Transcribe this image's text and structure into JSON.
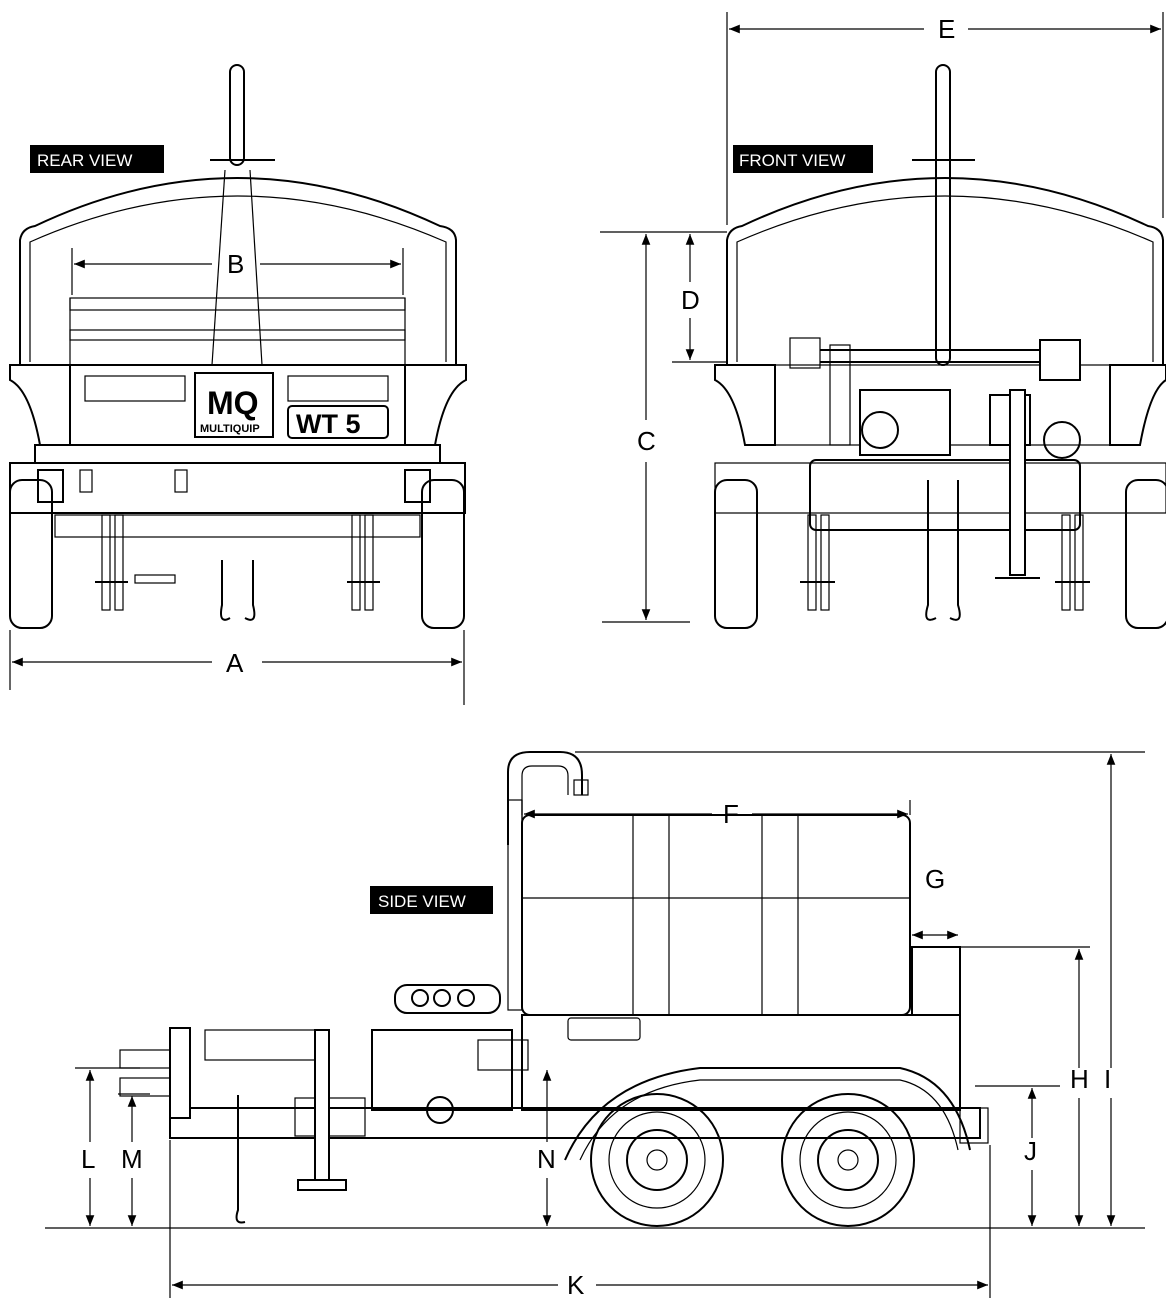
{
  "views": {
    "rear": "REAR VIEW",
    "front": "FRONT VIEW",
    "side": "SIDE VIEW"
  },
  "logo": {
    "mark": "MQ",
    "brand": "MULTIQUIP",
    "model": "WT 5"
  },
  "dimensions": [
    "A",
    "B",
    "C",
    "D",
    "E",
    "F",
    "G",
    "H",
    "I",
    "J",
    "K",
    "L",
    "M",
    "N"
  ],
  "colors": {
    "line": "#000000",
    "label_bg": "#000000",
    "label_text": "#ffffff"
  }
}
